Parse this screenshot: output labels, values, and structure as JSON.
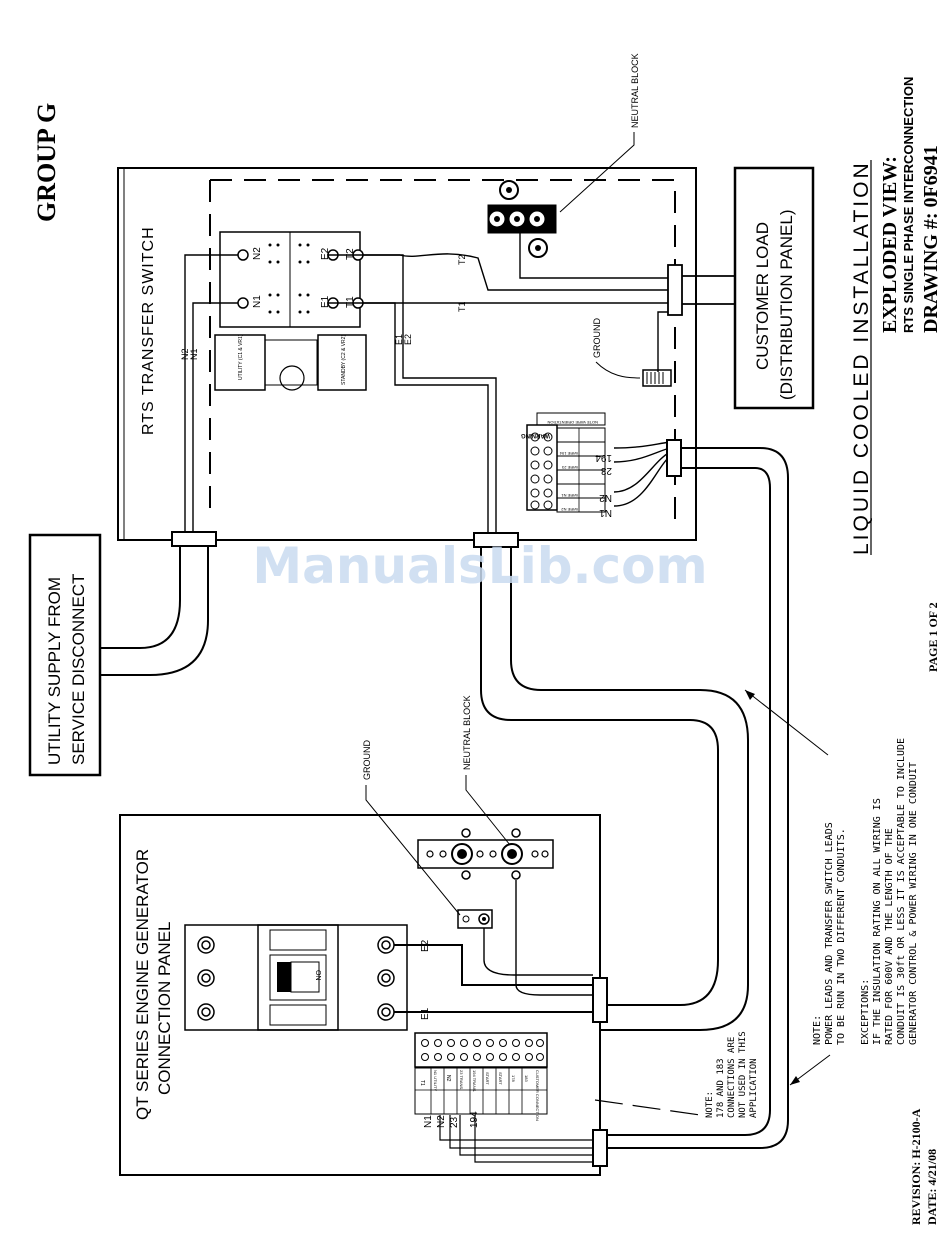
{
  "group_label": "GROUP G",
  "title": {
    "installation": "LIQUID COOLED INSTALLATION",
    "exploded_view": "EXPLODED VIEW:",
    "interconnection": "RTS SINGLE PHASE INTERCONNECTION",
    "drawing_number": "DRAWING #: 0F6941"
  },
  "page": "PAGE 1 OF 2",
  "revision": "REVISION: H-2100-A",
  "date": "DATE: 4/21/08",
  "watermark": "ManualsLib.com",
  "utility_supply": {
    "line1": "UTILITY SUPPLY FROM",
    "line2": "SERVICE DISCONNECT"
  },
  "customer_load": {
    "line1": "CUSTOMER LOAD",
    "line2": "(DISTRIBUTION PANEL)"
  },
  "rts": {
    "title": "RTS TRANSFER SWITCH",
    "ground": "GROUND",
    "neutral_block": "NEUTRAL BLOCK",
    "contacts": {
      "n2": "N2",
      "n1": "N1",
      "e2": "E2",
      "e1": "E1",
      "t2": "T2",
      "t1": "T1"
    },
    "coils": {
      "utility": "UTILITY (C1 & VR1)",
      "standby": "STANDBY (C2 & VR2)"
    },
    "wire_labels": {
      "n2": "N2",
      "n1": "N1",
      "e1": "E1",
      "e2": "E2",
      "t1": "T1",
      "t2": "T2"
    },
    "terminal_strip": {
      "warning": "WARNING",
      "note": "NOTE WIRE ORIENTATION",
      "rows": [
        "WIRE 194",
        "WIRE 23",
        "WIRE N1",
        "WIRE N2"
      ],
      "leads": {
        "w194": "194",
        "w23": "23",
        "n2": "N2",
        "n1": "N1"
      }
    }
  },
  "generator": {
    "title_line1": "QT SERIES ENGINE GENERATOR",
    "title_line2": "CONNECTION PANEL",
    "ground": "GROUND",
    "neutral_block": "NEUTRAL BLOCK",
    "breaker_label": "ON",
    "e1": "E1",
    "e2": "E2",
    "terminal_strip": {
      "rows": [
        "T1",
        "N1 UTILITY",
        "N2",
        "23 TRANS.",
        "194 TRANS.",
        "START",
        "START",
        "178",
        "183"
      ],
      "header": "CUSTOMER CONNECTION"
    },
    "leads": {
      "n1": "N1",
      "n2": "N2",
      "w23": "23",
      "w194": "194"
    },
    "connections_note": {
      "line1": "NOTE:",
      "line2": "178 AND 183",
      "line3": "CONNECTIONS ARE",
      "line4": "NOT USED IN THIS",
      "line5": "APPLICATION"
    }
  },
  "notes": {
    "note_heading": "NOTE:",
    "note_line1": "POWER LEADS AND TRANSFER SWITCH LEADS",
    "note_line2": "TO BE RUN IN TWO DIFFERENT CONDUITS.",
    "exceptions_heading": "EXCEPTIONS:",
    "exc_line1": "IF THE INSULATION RATING ON ALL WIRING IS",
    "exc_line2": "RATED FOR 600V AND THE LENGTH OF THE",
    "exc_line3": "CONDUIT IS 30ft OR LESS IT IS ACCEPTABLE TO INCLUDE",
    "exc_line4": "GENERATOR CONTROL & POWER WIRING IN ONE CONDUIT"
  }
}
